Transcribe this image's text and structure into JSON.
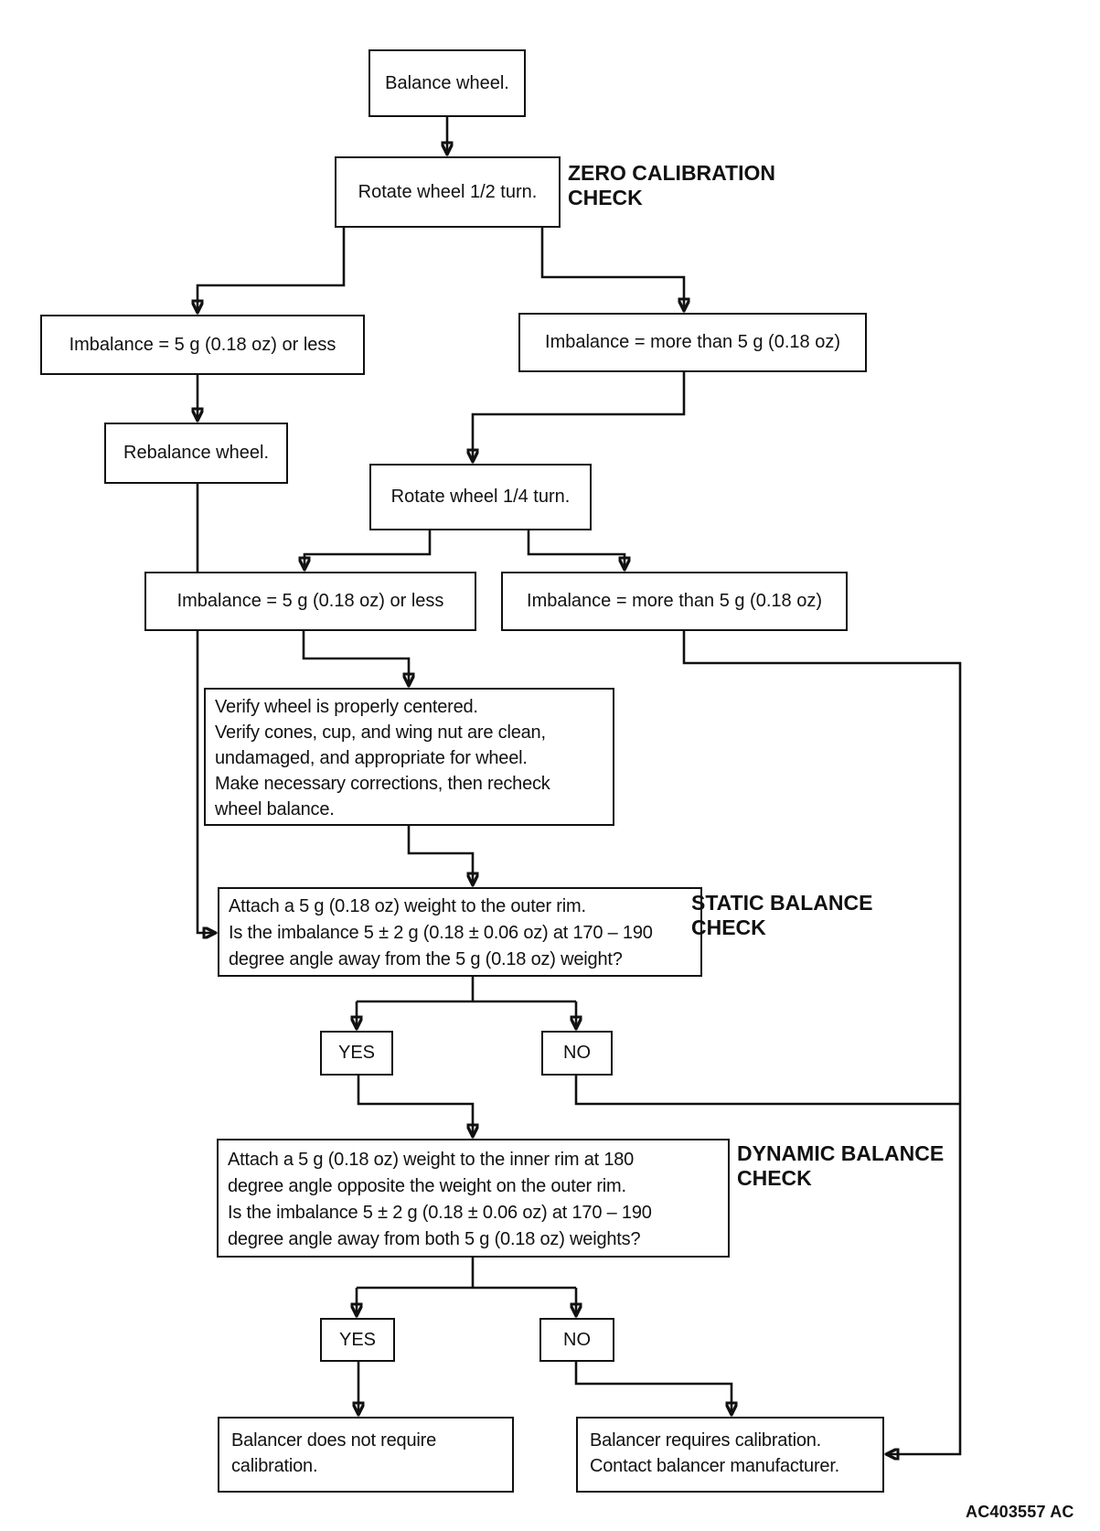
{
  "diagram": {
    "title_context": "Wheel balancer calibration check flowchart",
    "colors": {
      "line": "#111111",
      "background": "#ffffff"
    },
    "nodes": {
      "balance_wheel": {
        "label": "Balance wheel."
      },
      "rotate_half": {
        "label": "Rotate wheel 1/2 turn."
      },
      "imbalance_less_1": {
        "label": "Imbalance = 5 g (0.18 oz) or less"
      },
      "imbalance_more_1": {
        "label": "Imbalance = more than 5 g (0.18 oz)"
      },
      "rebalance": {
        "label": "Rebalance wheel."
      },
      "rotate_quarter": {
        "label": "Rotate wheel 1/4 turn."
      },
      "imbalance_less_2": {
        "label": "Imbalance = 5 g (0.18 oz) or less"
      },
      "imbalance_more_2": {
        "label": "Imbalance = more than 5 g (0.18 oz)"
      },
      "verify": {
        "label": "Verify wheel is properly centered.\nVerify cones, cup, and wing nut are clean,\nundamaged, and appropriate for wheel.\nMake necessary corrections, then recheck\nwheel balance."
      },
      "static_check": {
        "label": "Attach a 5 g (0.18 oz) weight to the outer rim.\nIs the imbalance 5 ± 2 g (0.18 ± 0.06 oz) at 170 – 190\ndegree angle away from the 5 g (0.18 oz) weight?"
      },
      "yes_1": {
        "label": "YES"
      },
      "no_1": {
        "label": "NO"
      },
      "dynamic_check": {
        "label": "Attach a 5 g (0.18 oz) weight to the inner rim at 180\ndegree angle opposite the weight on the outer rim.\nIs the imbalance 5 ± 2 g (0.18 ± 0.06 oz) at 170 – 190\ndegree angle away from both 5 g (0.18 oz) weights?"
      },
      "yes_2": {
        "label": "YES"
      },
      "no_2": {
        "label": "NO"
      },
      "balancer_ok": {
        "label": "Balancer does not require\ncalibration."
      },
      "balancer_cal": {
        "label": "Balancer requires calibration.\nContact balancer manufacturer."
      }
    },
    "section_labels": {
      "zero": "ZERO CALIBRATION\nCHECK",
      "static": "STATIC BALANCE\nCHECK",
      "dynamic": "DYNAMIC BALANCE\nCHECK"
    },
    "figure_code": "AC403557 AC"
  }
}
